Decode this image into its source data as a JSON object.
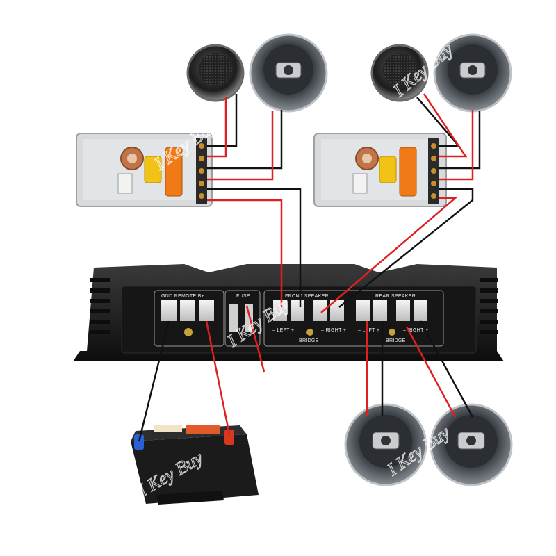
{
  "amplifier": {
    "power_label": "GND REMOTE B+",
    "fuse_label": "FUSE",
    "front_label": "FRONT SPEAKER",
    "rear_label": "REAR SPEAKER",
    "left_label": "– LEFT +",
    "right_label": "– RIGHT +",
    "bridge_label": "BRIDGE"
  },
  "watermark": "I Key Buy",
  "colors": {
    "positive_wire": "#e02020",
    "negative_wire": "#111111",
    "amp_body": "#1a1a1a",
    "crossover_board": "#d8dadc",
    "battery_body": "#1b1b1b",
    "battery_negative_terminal": "#2a5fd6",
    "battery_positive_terminal": "#d9381e"
  }
}
